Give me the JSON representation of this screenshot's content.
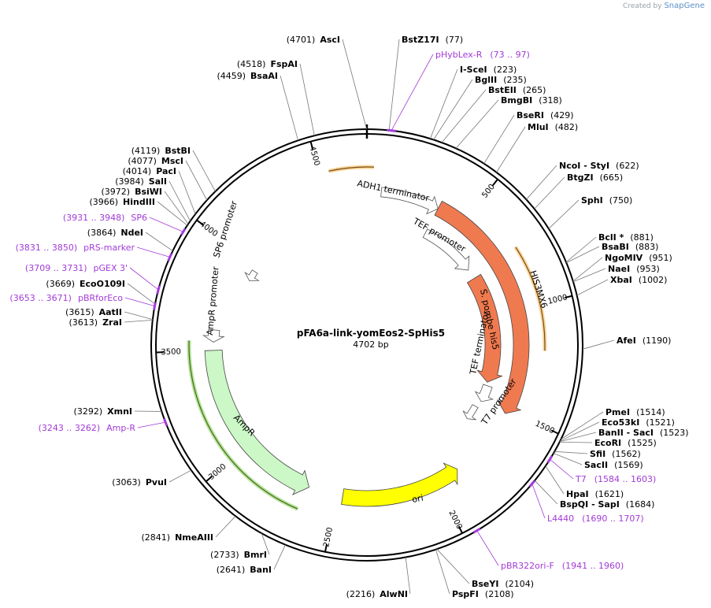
{
  "credit": {
    "prefix": "Created by",
    "brand": "SnapGene"
  },
  "plasmid": {
    "name": "pFA6a-link-yomEos2-SpHis5",
    "size_label": "4702 bp",
    "length": 4702
  },
  "ticks": [
    {
      "pos": 500,
      "label": "500"
    },
    {
      "pos": 1000,
      "label": "1000"
    },
    {
      "pos": 1500,
      "label": "1500"
    },
    {
      "pos": 2000,
      "label": "2000"
    },
    {
      "pos": 2500,
      "label": "2500"
    },
    {
      "pos": 3000,
      "label": "3000"
    },
    {
      "pos": 3500,
      "label": "3500"
    },
    {
      "pos": 4000,
      "label": "4000"
    },
    {
      "pos": 4500,
      "label": "4500"
    }
  ],
  "sites": [
    {
      "name": "AscI",
      "pos_label": "(4701)",
      "pos": 4701,
      "side": "left"
    },
    {
      "name": "BstZ17I",
      "pos_label": "(77)",
      "pos": 77,
      "side": "right"
    },
    {
      "name": "I-SceI",
      "pos_label": "(223)",
      "pos": 223,
      "side": "right"
    },
    {
      "name": "BglII",
      "pos_label": "(235)",
      "pos": 235,
      "side": "right"
    },
    {
      "name": "BstEII",
      "pos_label": "(265)",
      "pos": 265,
      "side": "right"
    },
    {
      "name": "BmgBI",
      "pos_label": "(318)",
      "pos": 318,
      "side": "right"
    },
    {
      "name": "BseRI",
      "pos_label": "(429)",
      "pos": 429,
      "side": "right"
    },
    {
      "name": "MluI",
      "pos_label": "(482)",
      "pos": 482,
      "side": "right"
    },
    {
      "name": "NcoI  - StyI",
      "pos_label": "(622)",
      "pos": 622,
      "side": "right"
    },
    {
      "name": "BtgZI",
      "pos_label": "(665)",
      "pos": 665,
      "side": "right"
    },
    {
      "name": "SphI",
      "pos_label": "(750)",
      "pos": 750,
      "side": "right"
    },
    {
      "name": "BclI *",
      "pos_label": "(881)",
      "pos": 881,
      "side": "right"
    },
    {
      "name": "BsaBI",
      "pos_label": "(883)",
      "pos": 883,
      "side": "right"
    },
    {
      "name": "NgoMIV",
      "pos_label": "(951)",
      "pos": 951,
      "side": "right"
    },
    {
      "name": "NaeI",
      "pos_label": "(953)",
      "pos": 953,
      "side": "right"
    },
    {
      "name": "XbaI",
      "pos_label": "(1002)",
      "pos": 1002,
      "side": "right"
    },
    {
      "name": "AfeI",
      "pos_label": "(1190)",
      "pos": 1190,
      "side": "right"
    },
    {
      "name": "PmeI",
      "pos_label": "(1514)",
      "pos": 1514,
      "side": "right"
    },
    {
      "name": "Eco53kI",
      "pos_label": "(1521)",
      "pos": 1521,
      "side": "right"
    },
    {
      "name": "BanII  - SacI",
      "pos_label": "(1523)",
      "pos": 1523,
      "side": "right"
    },
    {
      "name": "EcoRI",
      "pos_label": "(1525)",
      "pos": 1525,
      "side": "right"
    },
    {
      "name": "SfiI",
      "pos_label": "(1562)",
      "pos": 1562,
      "side": "right"
    },
    {
      "name": "SacII",
      "pos_label": "(1569)",
      "pos": 1569,
      "side": "right"
    },
    {
      "name": "HpaI",
      "pos_label": "(1621)",
      "pos": 1621,
      "side": "right"
    },
    {
      "name": "BspQI  - SapI",
      "pos_label": "(1684)",
      "pos": 1684,
      "side": "right"
    },
    {
      "name": "BseYI",
      "pos_label": "(2104)",
      "pos": 2104,
      "side": "right"
    },
    {
      "name": "PspFI",
      "pos_label": "(2108)",
      "pos": 2108,
      "side": "right"
    },
    {
      "name": "AlwNI",
      "pos_label": "(2216)",
      "pos": 2216,
      "side": "left"
    },
    {
      "name": "BanI",
      "pos_label": "(2641)",
      "pos": 2641,
      "side": "left"
    },
    {
      "name": "BmrI",
      "pos_label": "(2733)",
      "pos": 2733,
      "side": "left"
    },
    {
      "name": "NmeAIII",
      "pos_label": "(2841)",
      "pos": 2841,
      "side": "left"
    },
    {
      "name": "PvuI",
      "pos_label": "(3063)",
      "pos": 3063,
      "side": "left"
    },
    {
      "name": "XmnI",
      "pos_label": "(3292)",
      "pos": 3292,
      "side": "left"
    },
    {
      "name": "ZraI",
      "pos_label": "(3613)",
      "pos": 3613,
      "side": "left"
    },
    {
      "name": "AatII",
      "pos_label": "(3615)",
      "pos": 3615,
      "side": "left"
    },
    {
      "name": "EcoO109I",
      "pos_label": "(3669)",
      "pos": 3669,
      "side": "left"
    },
    {
      "name": "NdeI",
      "pos_label": "(3864)",
      "pos": 3864,
      "side": "left"
    },
    {
      "name": "HindIII",
      "pos_label": "(3966)",
      "pos": 3966,
      "side": "left"
    },
    {
      "name": "BsiWI",
      "pos_label": "(3972)",
      "pos": 3972,
      "side": "left"
    },
    {
      "name": "SalI",
      "pos_label": "(3984)",
      "pos": 3984,
      "side": "left"
    },
    {
      "name": "PacI",
      "pos_label": "(4014)",
      "pos": 4014,
      "side": "left"
    },
    {
      "name": "MscI",
      "pos_label": "(4077)",
      "pos": 4077,
      "side": "left"
    },
    {
      "name": "BstBI",
      "pos_label": "(4119)",
      "pos": 4119,
      "side": "left"
    },
    {
      "name": "BsaAI",
      "pos_label": "(4459)",
      "pos": 4459,
      "side": "left"
    },
    {
      "name": "FspAI",
      "pos_label": "(4518)",
      "pos": 4518,
      "side": "left"
    }
  ],
  "primers": [
    {
      "name": "pHybLex-R",
      "range": "(73 .. 97)",
      "start": 73,
      "end": 97,
      "side": "right"
    },
    {
      "name": "T7",
      "range": "(1584 .. 1603)",
      "start": 1584,
      "end": 1603,
      "side": "right"
    },
    {
      "name": "L4440",
      "range": "(1690 .. 1707)",
      "start": 1690,
      "end": 1707,
      "side": "right"
    },
    {
      "name": "pBR322ori-F",
      "range": "(1941 .. 1960)",
      "start": 1941,
      "end": 1960,
      "side": "right"
    },
    {
      "name": "Amp-R",
      "range": "(3243 .. 3262)",
      "start": 3243,
      "end": 3262,
      "side": "left"
    },
    {
      "name": "pBRforEco",
      "range": "(3653 .. 3671)",
      "start": 3653,
      "end": 3671,
      "side": "left"
    },
    {
      "name": "pGEX 3'",
      "range": "(3709 .. 3731)",
      "start": 3709,
      "end": 3731,
      "side": "left"
    },
    {
      "name": "pRS-marker",
      "range": "(3831 .. 3850)",
      "start": 3831,
      "end": 3850,
      "side": "left"
    },
    {
      "name": "SP6",
      "range": "(3931 .. 3948)",
      "start": 3931,
      "end": 3948,
      "side": "left"
    }
  ],
  "features": [
    {
      "name": "ADH1 terminator",
      "type": "terminator",
      "start": 70,
      "end": 360,
      "dir": 1,
      "color": "#ffffff"
    },
    {
      "name": "TEF promoter",
      "type": "promoter",
      "start": 360,
      "end": 700,
      "dir": 1,
      "color": "#ffffff"
    },
    {
      "name": "HIS3MX6",
      "type": "cds",
      "start": 230,
      "end": 1520,
      "dir": 1,
      "color": "#f07a50"
    },
    {
      "name": "S. pombe his5",
      "type": "cds",
      "start": 760,
      "end": 1400,
      "dir": 1,
      "color": "#f07a50"
    },
    {
      "name": "TEF terminator",
      "type": "terminator",
      "start": 1400,
      "end": 1600,
      "dir": 1,
      "color": "#ffffff"
    },
    {
      "name": "T7 promoter",
      "type": "promoter",
      "start": 1584,
      "end": 1603,
      "dir": 1,
      "color": "#ffffff"
    },
    {
      "name": "ori",
      "type": "origin",
      "start": 1880,
      "end": 2470,
      "dir": -1,
      "color": "#ffff00"
    },
    {
      "name": "AmpR",
      "type": "cds",
      "start": 2640,
      "end": 3500,
      "dir": -1,
      "color": "#ccf7c6"
    },
    {
      "name": "AmpR promoter",
      "type": "promoter",
      "start": 3500,
      "end": 3605,
      "dir": -1,
      "color": "#ffffff"
    },
    {
      "name": "SP6 promoter",
      "type": "promoter",
      "start": 3930,
      "end": 3948,
      "dir": -1,
      "color": "#ffffff"
    }
  ],
  "colors": {
    "backbone": "#000000",
    "primer": "#a23ad8",
    "orange_line": "#f2b54a",
    "green_line": "#7dc84a"
  }
}
